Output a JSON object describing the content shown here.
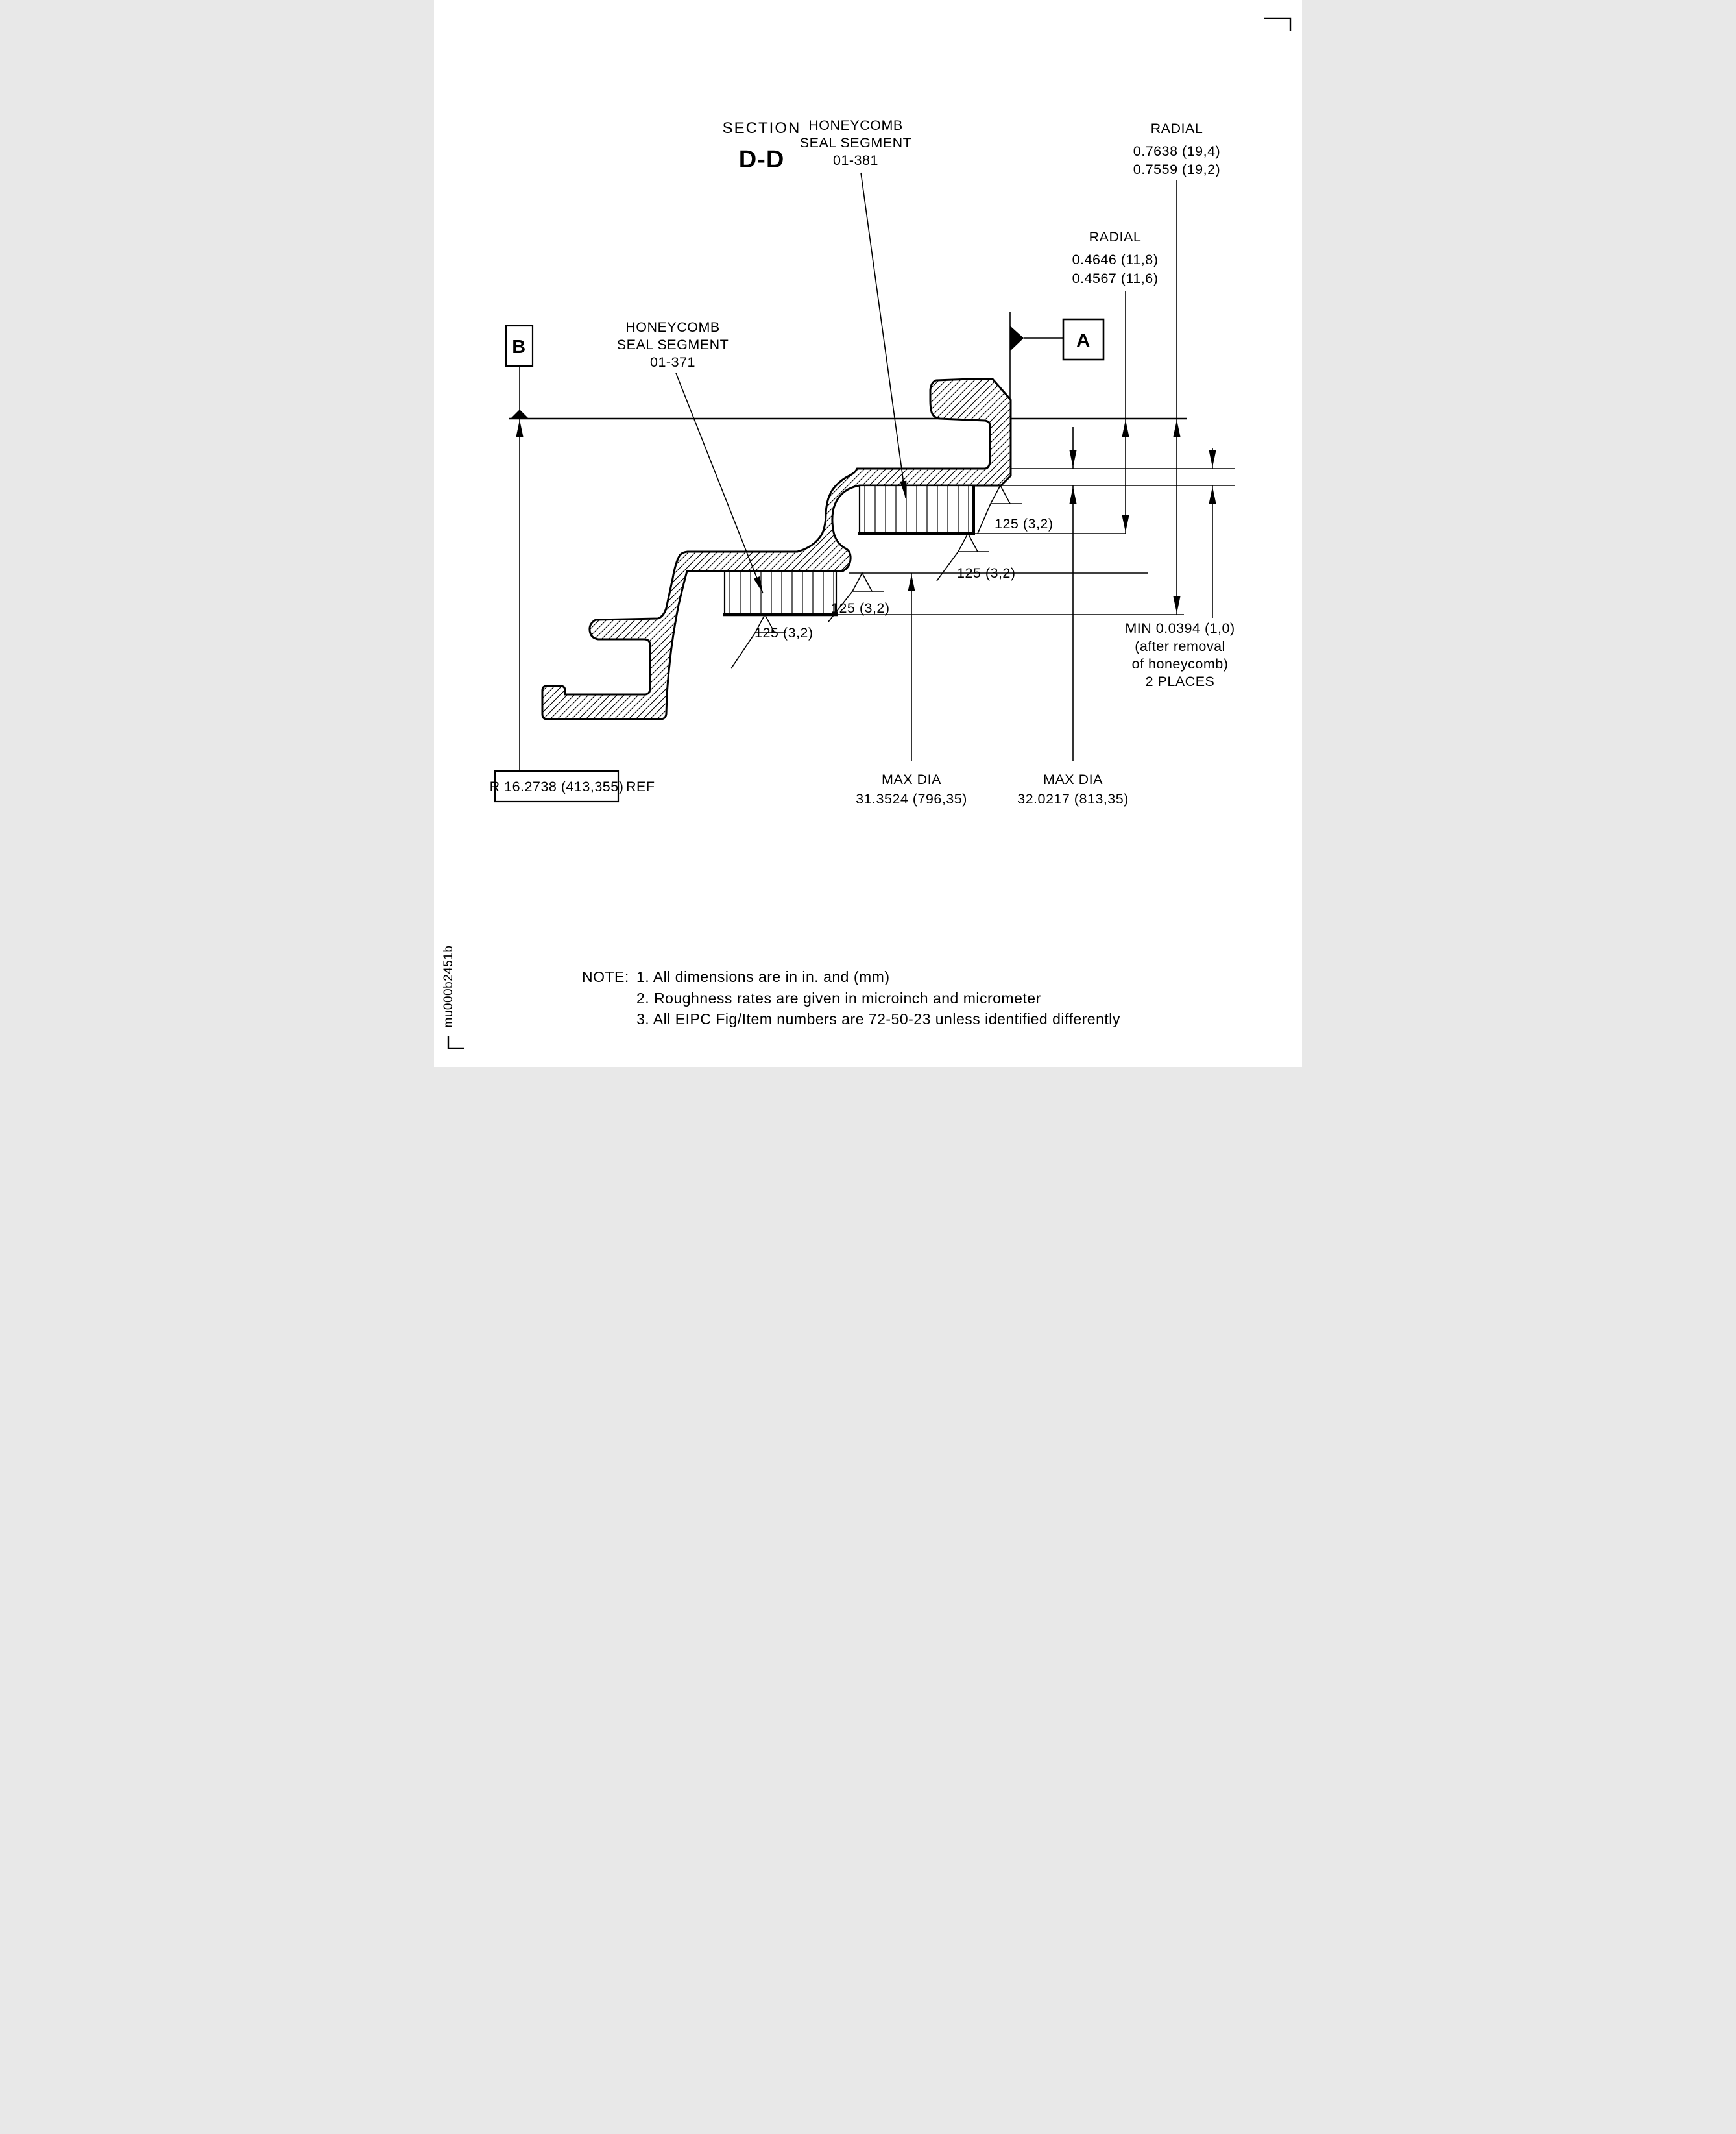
{
  "title": {
    "section": "SECTION",
    "view": "D-D"
  },
  "radial1": {
    "label": "RADIAL",
    "val1": "0.7638 (19,4)",
    "val2": "0.7559 (19,2)"
  },
  "radial2": {
    "label": "RADIAL",
    "val1": "0.4646 (11,8)",
    "val2": "0.4567 (11,6)"
  },
  "hc381": {
    "l1": "HONEYCOMB",
    "l2": "SEAL SEGMENT",
    "l3": "01-381"
  },
  "hc371": {
    "l1": "HONEYCOMB",
    "l2": "SEAL SEGMENT",
    "l3": "01-371"
  },
  "datums": {
    "a": "A",
    "b": "B"
  },
  "roughness": {
    "r1": "125 (3,2)",
    "r2": "125 (3,2)",
    "r3": "125 (3,2)",
    "r4": "125 (3,2)"
  },
  "min_note": {
    "l1": "MIN 0.0394 (1,0)",
    "l2": "(after removal",
    "l3": "of honeycomb)",
    "l4": "2 PLACES"
  },
  "radius_ref": {
    "boxed": "R 16.2738 (413,355)",
    "suffix": "REF"
  },
  "max_dia_1": {
    "l1": "MAX DIA",
    "l2": "31.3524 (796,35)"
  },
  "max_dia_2": {
    "l1": "MAX DIA",
    "l2": "32.0217 (813,35)"
  },
  "notes": {
    "heading": "NOTE:",
    "items": [
      "1. All dimensions are in in. and (mm)",
      "2. Roughness rates are given in microinch and micrometer",
      "3. All EIPC Fig/Item numbers are 72-50-23 unless identified differently"
    ]
  },
  "watermark": "mu000b2451b",
  "colors": {
    "ink": "#000000",
    "paper": "#ffffff"
  }
}
